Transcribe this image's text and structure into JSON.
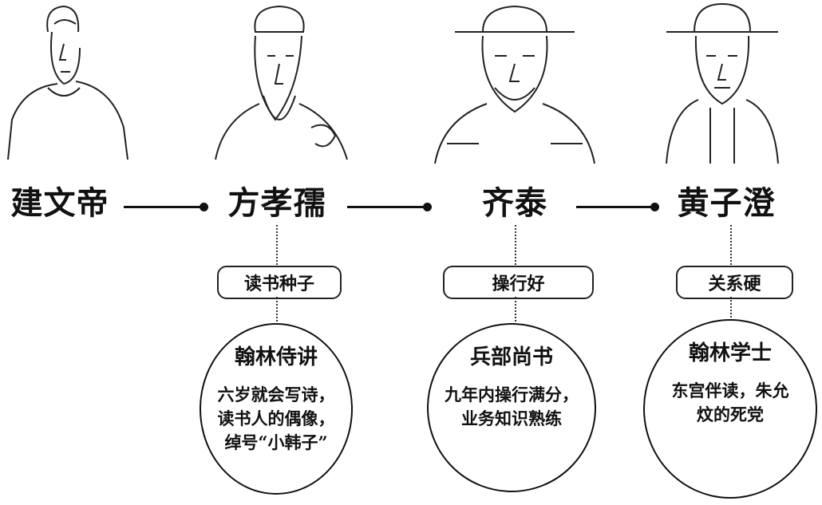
{
  "people": [
    {
      "name": "建文帝"
    },
    {
      "name": "方孝孺",
      "tag": "读书种子",
      "title": "翰林侍讲",
      "desc": "六岁就会写诗，\n读书人的偶像，\n绰号“小韩子”"
    },
    {
      "name": "齐泰",
      "tag": "操行好",
      "title": "兵部尚书",
      "desc": "九年内操行满分，\n业务知识熟练"
    },
    {
      "name": "黄子澄",
      "tag": "关系硬",
      "title": "翰林学士",
      "desc": "东宫伴读，朱允\n炆的死党"
    }
  ]
}
